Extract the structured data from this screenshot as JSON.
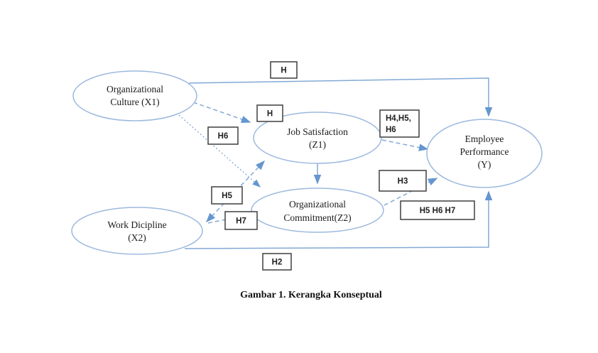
{
  "diagram": {
    "caption": "Gambar 1. Kerangka Konseptual",
    "colors": {
      "line": "#82a9d6",
      "arrow": "#6596cf",
      "ellipse_stroke": "#9cb9de",
      "box_border": "#3f3f3f"
    },
    "nodes": {
      "org_culture": {
        "line1": "Organizational",
        "line2": "Culture (X1)"
      },
      "job_satisfaction": {
        "line1": "Job Satisfaction",
        "line2": "(Z1)"
      },
      "employee_performance": {
        "line1": "Employee",
        "line2": "Performance",
        "line3": "(Y)"
      },
      "work_discipline": {
        "line1": "Work Dicipline",
        "line2": "(X2)"
      },
      "org_commitment": {
        "line1": "Organizational",
        "line2": "Commitment(Z2)"
      }
    },
    "labels": {
      "h_top": "H",
      "h_mid": "H",
      "h6": "H6",
      "h5": "H5",
      "h7": "H7",
      "h4h5h6_line1": "H4,H5,",
      "h4h5h6_line2": "H6",
      "h3": "H3",
      "h5h6h7": "H5 H6 H7",
      "h2": "H2"
    }
  }
}
